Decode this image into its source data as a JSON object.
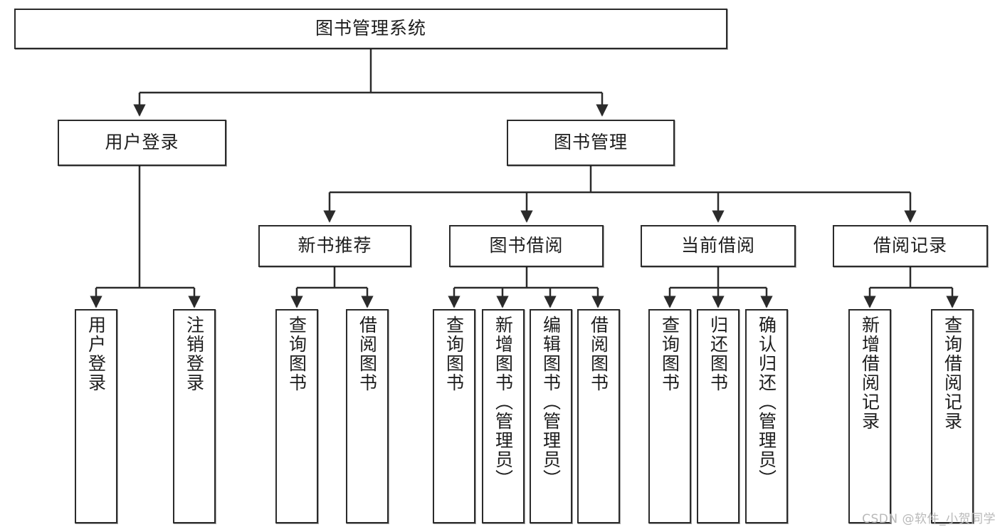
{
  "diagram": {
    "title": "图书管理系统",
    "type": "tree-hierarchy-diagram",
    "watermark": "CSDN @软件_小贺同学",
    "colors": {
      "box_border": "#2b2b2b",
      "box_fill": "#ffffff",
      "edge": "#2b2b2b",
      "text": "#1d1d1d",
      "watermark": "#b9b9b9",
      "background": "#ffffff"
    },
    "nodes": {
      "root": {
        "label": "图书管理系统"
      },
      "level2": [
        {
          "id": "user-login",
          "label": "用户登录"
        },
        {
          "id": "book-manage",
          "label": "图书管理"
        }
      ],
      "level3": [
        {
          "id": "new-book-rec",
          "label": "新书推荐"
        },
        {
          "id": "book-borrow",
          "label": "图书借阅"
        },
        {
          "id": "current-borrow",
          "label": "当前借阅"
        },
        {
          "id": "borrow-record",
          "label": "借阅记录"
        }
      ],
      "leaves": {
        "user-login": [
          {
            "id": "leaf-user-login",
            "label": "用户登录"
          },
          {
            "id": "leaf-logout",
            "label": "注销登录"
          }
        ],
        "new-book-rec": [
          {
            "id": "leaf-query-book-1",
            "label": "查询图书"
          },
          {
            "id": "leaf-borrow-book-1",
            "label": "借阅图书"
          }
        ],
        "book-borrow": [
          {
            "id": "leaf-query-book-2",
            "label": "查询图书"
          },
          {
            "id": "leaf-add-book",
            "label": "新增图书（管理员）"
          },
          {
            "id": "leaf-edit-book",
            "label": "编辑图书（管理员）"
          },
          {
            "id": "leaf-borrow-book-2",
            "label": "借阅图书"
          }
        ],
        "current-borrow": [
          {
            "id": "leaf-query-book-3",
            "label": "查询图书"
          },
          {
            "id": "leaf-return-book",
            "label": "归还图书"
          },
          {
            "id": "leaf-confirm-return",
            "label": "确认归还（管理员）"
          }
        ],
        "borrow-record": [
          {
            "id": "leaf-add-record",
            "label": "新增借阅记录"
          },
          {
            "id": "leaf-query-record",
            "label": "查询借阅记录"
          }
        ]
      }
    }
  }
}
